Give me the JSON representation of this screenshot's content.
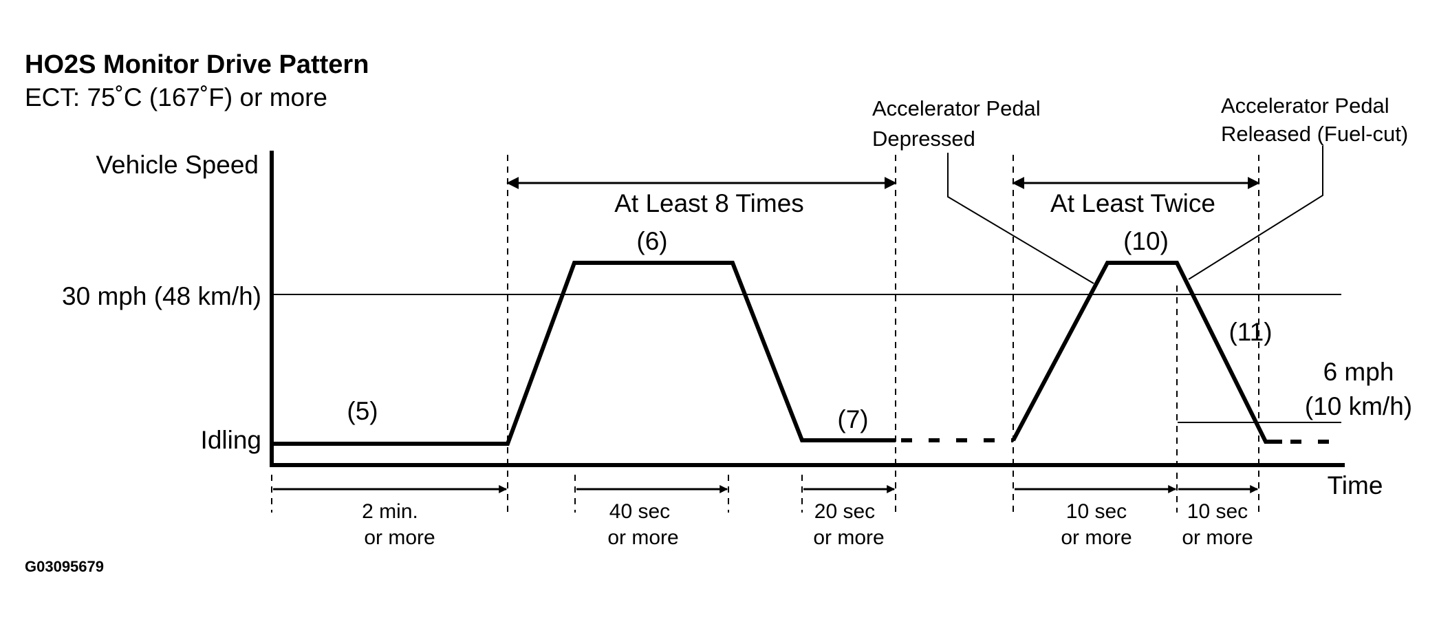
{
  "title": "HO2S Monitor Drive Pattern",
  "subtitle": "ECT: 75˚C (167˚F) or more",
  "axes": {
    "y_label": "Vehicle Speed",
    "x_label": "Time",
    "speed_30": "30 mph (48 km/h)",
    "idling": "Idling",
    "speed_6_line1": "6 mph",
    "speed_6_line2": "(10 km/h)"
  },
  "spans": {
    "repeat_8": "At Least 8 Times",
    "repeat_2": "At Least Twice"
  },
  "steps": {
    "s5": "(5)",
    "s6": "(6)",
    "s7": "(7)",
    "s10": "(10)",
    "s11": "(11)"
  },
  "notes": {
    "pedal_depressed_1": "Accelerator Pedal",
    "pedal_depressed_2": "Depressed",
    "pedal_released_1": "Accelerator Pedal",
    "pedal_released_2": "Released (Fuel-cut)"
  },
  "durations": [
    {
      "line1": "2 min.",
      "line2": "or more"
    },
    {
      "line1": "40 sec",
      "line2": "or more"
    },
    {
      "line1": "20 sec",
      "line2": "or more"
    },
    {
      "line1": "10 sec",
      "line2": "or more"
    },
    {
      "line1": "10 sec",
      "line2": "or more"
    }
  ],
  "figure_id": "G03095679"
}
